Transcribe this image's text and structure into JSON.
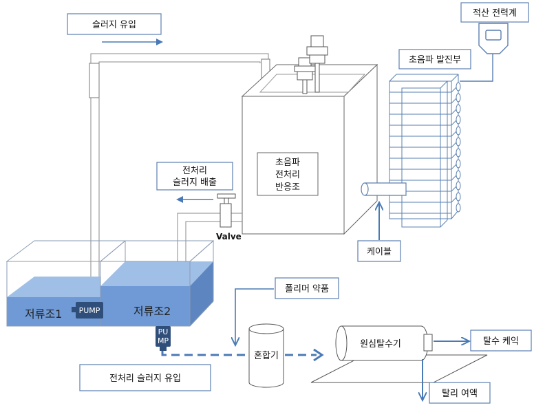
{
  "labels": {
    "sludge_inflow": "슬러지 유입",
    "power_meter": "적산 전력계",
    "ultrasonic_exciter": "초음파 발진부",
    "reactor_l1": "초음파",
    "reactor_l2": "전처리",
    "reactor_l3": "반응조",
    "pre_sludge_out_l1": "전처리",
    "pre_sludge_out_l2": "슬러지 배출",
    "valve": "Valve",
    "cable": "케이블",
    "polymer": "폴리머 약품",
    "tank1": "저류조1",
    "tank2": "저류조2",
    "pump1": "PUMP",
    "pump2_l1": "PU",
    "pump2_l2": "MP",
    "mixer": "혼합기",
    "centrifuge": "원심탈수기",
    "dewatered_cake": "탈수 케익",
    "separated_liquid": "탈리 여액",
    "pre_sludge_in": "전처리 슬러지 유입"
  },
  "colors": {
    "arrow": "#4a7ab5",
    "water": "#6f9ad6",
    "box_border": "#5a7fb0",
    "pump": "#2f4f7a"
  }
}
